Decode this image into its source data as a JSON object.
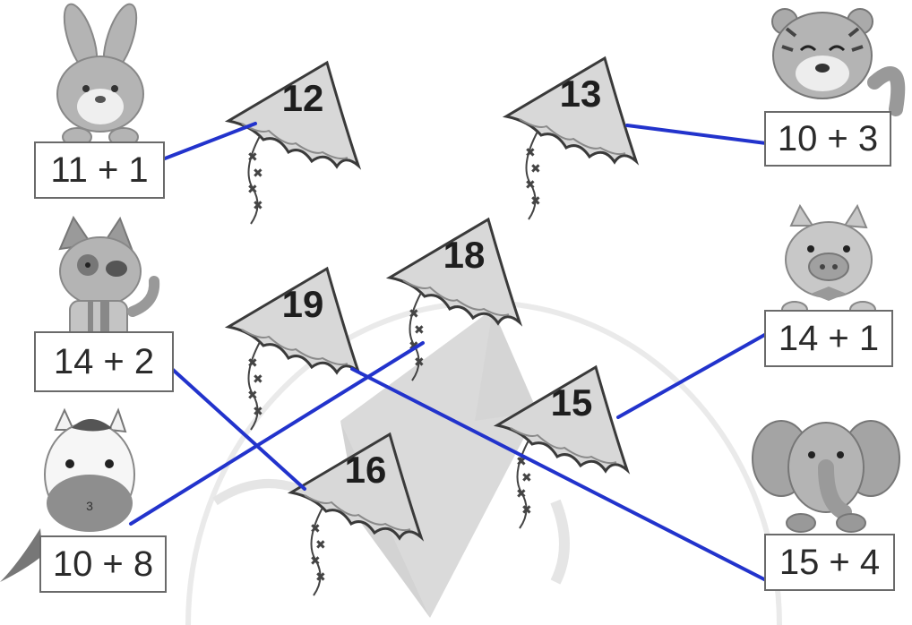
{
  "colors": {
    "connector": "#2233cc",
    "kite_fill": "#d8d8d8",
    "kite_stroke": "#3a3a3a",
    "animal_gray": "#b4b4b4",
    "box_border": "#6a6a6a"
  },
  "animals": [
    {
      "id": "rabbit",
      "expression": "11 + 1",
      "icon": "rabbit-icon"
    },
    {
      "id": "dog",
      "expression": "14 + 2",
      "icon": "dog-icon"
    },
    {
      "id": "horse",
      "expression": "10 + 8",
      "icon": "horse-icon"
    },
    {
      "id": "tiger",
      "expression": "10 + 3",
      "icon": "tiger-icon"
    },
    {
      "id": "pig",
      "expression": "14 + 1",
      "icon": "pig-icon"
    },
    {
      "id": "elephant",
      "expression": "15 + 4",
      "icon": "elephant-icon"
    }
  ],
  "kites": [
    {
      "id": "k12",
      "number": "12"
    },
    {
      "id": "k13",
      "number": "13"
    },
    {
      "id": "k18",
      "number": "18"
    },
    {
      "id": "k19",
      "number": "19"
    },
    {
      "id": "k15",
      "number": "15"
    },
    {
      "id": "k16",
      "number": "16"
    }
  ],
  "connections": [
    {
      "from": "rabbit",
      "to": "k12"
    },
    {
      "from": "tiger",
      "to": "k13"
    },
    {
      "from": "dog",
      "to": "k16"
    },
    {
      "from": "horse",
      "to": "k18"
    },
    {
      "from": "pig",
      "to": "k15"
    },
    {
      "from": "elephant",
      "to": "k19"
    }
  ]
}
